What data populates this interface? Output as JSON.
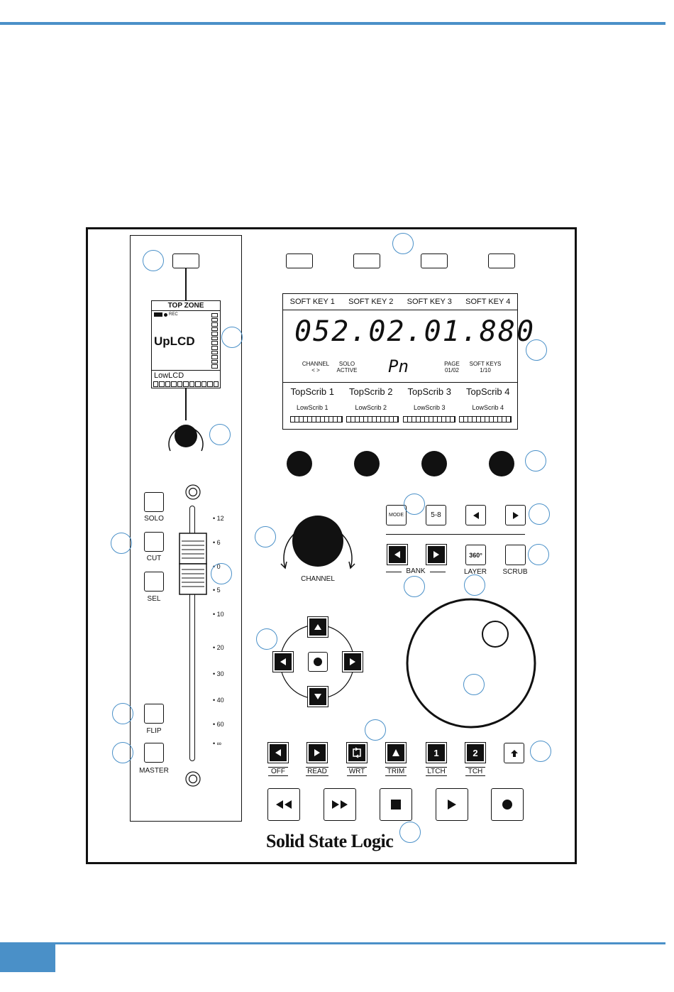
{
  "strip": {
    "top_zone": "TOP ZONE",
    "rec": "REC",
    "up_lcd": "UpLCD",
    "low_lcd": "LowLCD",
    "solo": "SOLO",
    "cut": "CUT",
    "sel": "SEL",
    "flip": "FLIP",
    "master": "MASTER",
    "scale": [
      "12",
      "6",
      "0",
      "5",
      "10",
      "20",
      "30",
      "40",
      "60",
      "∞"
    ]
  },
  "lcd": {
    "soft_keys": [
      "SOFT KEY 1",
      "SOFT KEY 2",
      "SOFT KEY 3",
      "SOFT KEY 4"
    ],
    "timecode": "052.02.01.880",
    "channel": "CHANNEL",
    "channel_sub": "< >",
    "solo": "SOLO",
    "solo_sub": "ACTIVE",
    "mode": "Pn",
    "page": "PAGE",
    "page_sub": "01/02",
    "soft_keys_lbl": "SOFT KEYS",
    "soft_keys_sub": "1/10",
    "top_scribs": [
      "TopScrib 1",
      "TopScrib 2",
      "TopScrib 3",
      "TopScrib 4"
    ],
    "low_scribs": [
      "LowScrib 1",
      "LowScrib 2",
      "LowScrib 3",
      "LowScrib 4"
    ]
  },
  "controls": {
    "channel": "CHANNEL",
    "mode": "MODE",
    "five_eight": "5-8",
    "bank": "BANK",
    "layer": "LAYER",
    "layer_btn": "360°",
    "scrub": "SCRUB"
  },
  "automation": {
    "labels": [
      "OFF",
      "READ",
      "WRT",
      "TRIM",
      "LTCH",
      "TCH"
    ],
    "ltch_btn": "1",
    "tch_btn": "2"
  },
  "brand": "Solid State Logic"
}
